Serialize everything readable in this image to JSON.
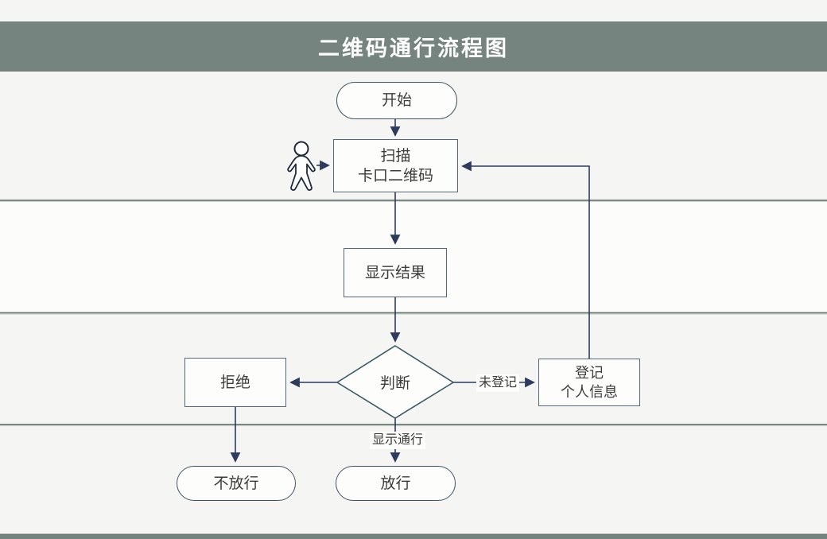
{
  "title": "二维码通行流程图",
  "nodes": {
    "start": {
      "label": "开始"
    },
    "scan": {
      "line1": "扫描",
      "line2": "卡口二维码"
    },
    "result": {
      "label": "显示结果"
    },
    "decision": {
      "label": "判断"
    },
    "reject": {
      "label": "拒绝"
    },
    "register": {
      "line1": "登记",
      "line2": "个人信息"
    },
    "deny": {
      "label": "不放行"
    },
    "allow": {
      "label": "放行"
    }
  },
  "edge_labels": {
    "unregistered": "未登记",
    "display_pass": "显示通行"
  },
  "icons": {
    "actor": "person-icon"
  },
  "colors": {
    "header_bar": "#75847f",
    "footer_bar": "#75847f",
    "canvas_bg": "#f5f6f4",
    "lane_band": "#fcfcfb",
    "lane_divider": "#697873",
    "node_border": "#54687a",
    "pill_border": "#3e5565",
    "connector": "#2c3b5e",
    "title_text": "#ffffff",
    "node_text": "#3c3c3c"
  }
}
